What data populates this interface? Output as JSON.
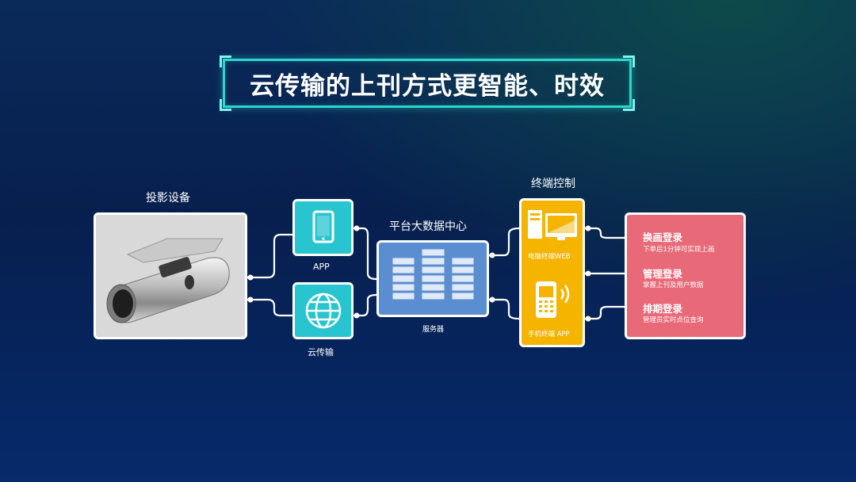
{
  "title": "云传输的上刊方式更智能、时效",
  "device_label": "投影设备",
  "app_label": "APP",
  "cloud_label": "云传输",
  "platform_label": "平台大数据中心",
  "server_label": "服务器",
  "terminal_label": "终端控制",
  "terminal_web_label": "电脑终端WEB",
  "terminal_app_label": "手机终端 APP",
  "logins": [
    {
      "title": "换画登录",
      "desc": "下单后1分钟可实现上画"
    },
    {
      "title": "管理登录",
      "desc": "掌握上刊及用户数据"
    },
    {
      "title": "排期登录",
      "desc": "管理员实时点位查询"
    }
  ],
  "colors": {
    "accent_cyan": "#2bd6cf",
    "app_teal": "#28c4cf",
    "server_blue": "#5b8ed0",
    "terminal_yellow": "#f5b400",
    "login_pink": "#e86a78"
  },
  "icons": [
    "projector-image",
    "tablet-icon",
    "globe-icon",
    "server-rack-icon",
    "desktop-computer-icon",
    "mobile-phone-icon"
  ]
}
